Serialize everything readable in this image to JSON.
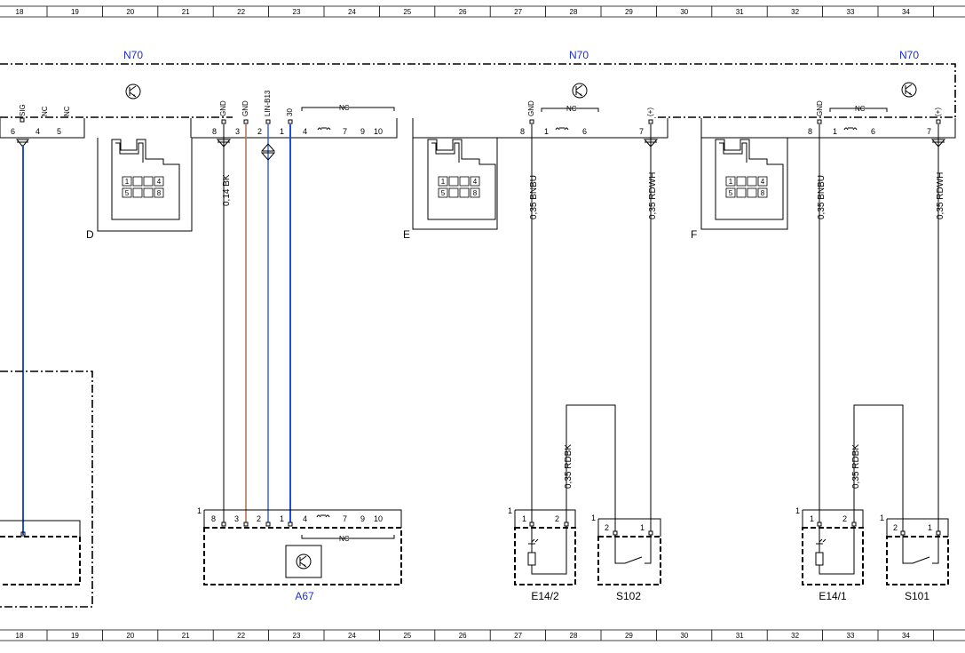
{
  "ruler": {
    "top": [
      "18",
      "19",
      "20",
      "21",
      "22",
      "23",
      "24",
      "25",
      "26",
      "27",
      "28",
      "29",
      "30",
      "31",
      "32",
      "33",
      "34"
    ],
    "bottom": [
      "18",
      "19",
      "20",
      "21",
      "22",
      "23",
      "24",
      "25",
      "26",
      "27",
      "28",
      "29",
      "30",
      "31",
      "32",
      "33",
      "34"
    ]
  },
  "module": {
    "name": "N70",
    "label_1": "N70",
    "label_2": "N70",
    "label_3": "N70"
  },
  "connectors": {
    "left_pins": {
      "sig": "SIG",
      "nc1": "NC",
      "nc2": "NC",
      "p6": "6",
      "p4": "4",
      "p5": "5"
    },
    "d": {
      "letter": "D",
      "gnd1": "GND",
      "gnd2": "GND",
      "lin": "LIN-B13",
      "v30": "30",
      "nc": "NC",
      "p8": "8",
      "p3": "3",
      "p2": "2",
      "p1": "1",
      "p4": "4",
      "p7": "7",
      "p9": "9",
      "p10": "10"
    },
    "e": {
      "letter": "E",
      "gnd": "GND",
      "nc": "NC",
      "plus": "(+)",
      "p8": "8",
      "p1": "1",
      "p6": "6",
      "p7": "7"
    },
    "f": {
      "letter": "F",
      "gnd": "GND",
      "nc": "NC",
      "plus": "(+)",
      "p8": "8",
      "p1": "1",
      "p6": "6",
      "p7": "7"
    },
    "housing_pins": [
      "1",
      "4",
      "5",
      "8"
    ]
  },
  "wires": {
    "d_gnd": "0,14 BK",
    "e_gnd": "0,35 BNBU",
    "e_plus": "0,35 RDWH",
    "f_gnd": "0,35 BNBU",
    "f_plus": "0,35 RDWH",
    "s102_link": "0,35 RDBK",
    "s101_link": "0,35 RDBK"
  },
  "components": {
    "a67": {
      "name": "A67",
      "one": "1",
      "nc": "NC",
      "p8": "8",
      "p3": "3",
      "p2": "2",
      "p1": "1",
      "p4": "4",
      "p7": "7",
      "p9": "9",
      "p10": "10"
    },
    "e14_2": {
      "name": "E14/2",
      "one": "1",
      "p1": "1",
      "p2": "2"
    },
    "s102": {
      "name": "S102",
      "one": "1",
      "p2": "2",
      "p1": "1"
    },
    "e14_1": {
      "name": "E14/1",
      "one": "1",
      "p1": "1",
      "p2": "2"
    },
    "s101": {
      "name": "S101",
      "one": "1",
      "p2": "2",
      "p1": "1"
    }
  },
  "colors": {
    "blue_wire": "#1d4fd8",
    "brown_wire": "#b07a55",
    "label_blue": "#1b2fd6"
  }
}
